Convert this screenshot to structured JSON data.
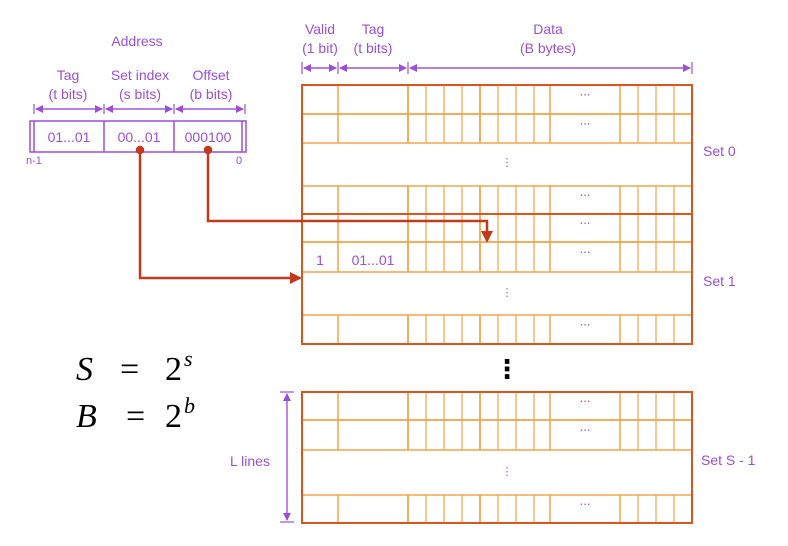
{
  "colors": {
    "accent": "#9b4fd6",
    "set_border": "#d9561f",
    "line_border": "#f0a548",
    "arrow": "#c2391b"
  },
  "address": {
    "title": "Address",
    "fields": [
      {
        "name": "Tag",
        "width": "(t bits)",
        "value": "01...01"
      },
      {
        "name": "Set index",
        "width": "(s bits)",
        "value": "00...01"
      },
      {
        "name": "Offset",
        "width": "(b bits)",
        "value": "000100"
      }
    ],
    "msb_label": "n-1",
    "lsb_label": "0"
  },
  "columns": {
    "valid": {
      "name": "Valid",
      "width": "(1 bit)"
    },
    "tag": {
      "name": "Tag",
      "width": "(t bits)"
    },
    "data": {
      "name": "Data",
      "width": "(B bytes)"
    }
  },
  "sets": [
    {
      "label": "Set 0"
    },
    {
      "label": "Set 1"
    },
    {
      "label": "Set S - 1"
    }
  ],
  "highlight_line": {
    "valid": "1",
    "tag": "01...01"
  },
  "ellipsis": "...",
  "vertical_ellipsis": "⋮",
  "l_lines_label": "L lines",
  "formulas": [
    {
      "lhs": "S",
      "eq": "=",
      "base": "2",
      "exp": "s"
    },
    {
      "lhs": "B",
      "eq": "=",
      "base": "2",
      "exp": "b"
    }
  ]
}
